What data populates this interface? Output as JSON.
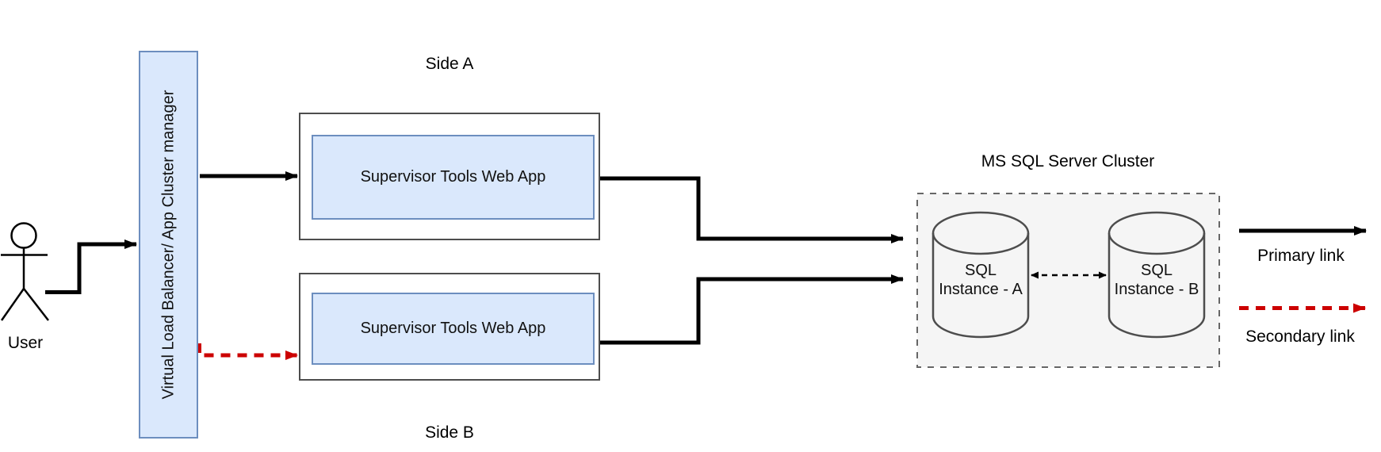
{
  "user": {
    "label": "User"
  },
  "load_balancer": {
    "label": "Virtual Load Balancer/ App Cluster manager"
  },
  "side_a": {
    "caption": "Side A",
    "app_label": "Supervisor Tools Web App"
  },
  "side_b": {
    "caption": "Side B",
    "app_label": "Supervisor Tools Web App"
  },
  "sql_cluster": {
    "title": "MS SQL Server Cluster",
    "instance_a_label": "SQL Instance - A",
    "instance_b_label": "SQL Instance - B"
  },
  "legend": {
    "primary_label": "Primary link",
    "secondary_label": "Secondary link"
  },
  "colors": {
    "primary_link": "#000000",
    "secondary_link": "#cc0000",
    "node_fill": "#dae8fc",
    "node_border": "#6c8ebf",
    "group_box_border": "#4d4d4d",
    "cluster_fill": "#f5f5f5",
    "cluster_border": "#666666"
  }
}
